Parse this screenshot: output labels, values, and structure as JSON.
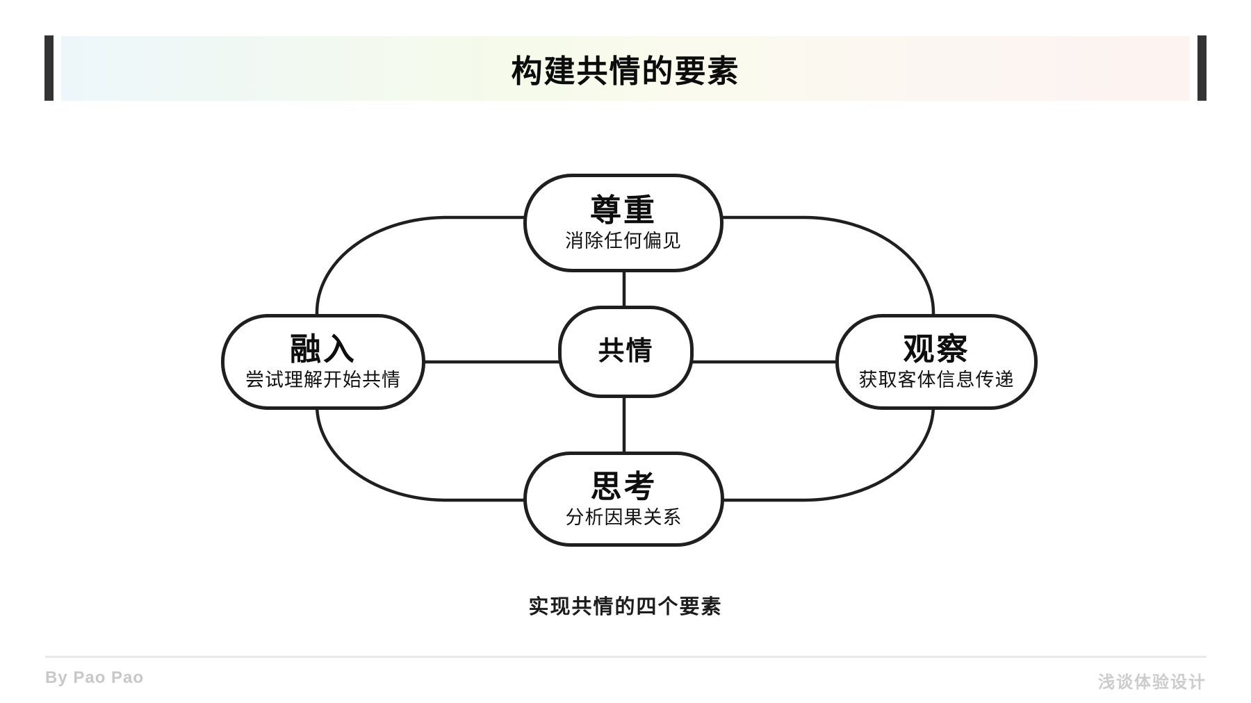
{
  "header": {
    "title": "构建共情的要素"
  },
  "diagram": {
    "center": {
      "title": "共情"
    },
    "nodes": [
      {
        "id": "respect",
        "position": "top",
        "title": "尊重",
        "subtitle": "消除任何偏见"
      },
      {
        "id": "immerse",
        "position": "left",
        "title": "融入",
        "subtitle": "尝试理解开始共情"
      },
      {
        "id": "observe",
        "position": "right",
        "title": "观察",
        "subtitle": "获取客体信息传递"
      },
      {
        "id": "think",
        "position": "bottom",
        "title": "思考",
        "subtitle": "分析因果关系"
      }
    ],
    "caption": "实现共情的四个要素"
  },
  "footer": {
    "author": "By Pao Pao",
    "brand": "浅谈体验设计"
  },
  "colors": {
    "line": "#1f1f1f",
    "header_bar": "#333333",
    "header_gradient_left": "#edf7fb",
    "header_gradient_middle": "#f5faea",
    "header_gradient_right": "#fdf3f1",
    "footer_text": "#c8c8c8",
    "footer_line": "#e9e9e9",
    "node_fill": "#ffffff",
    "text": "#0e0e0e"
  }
}
